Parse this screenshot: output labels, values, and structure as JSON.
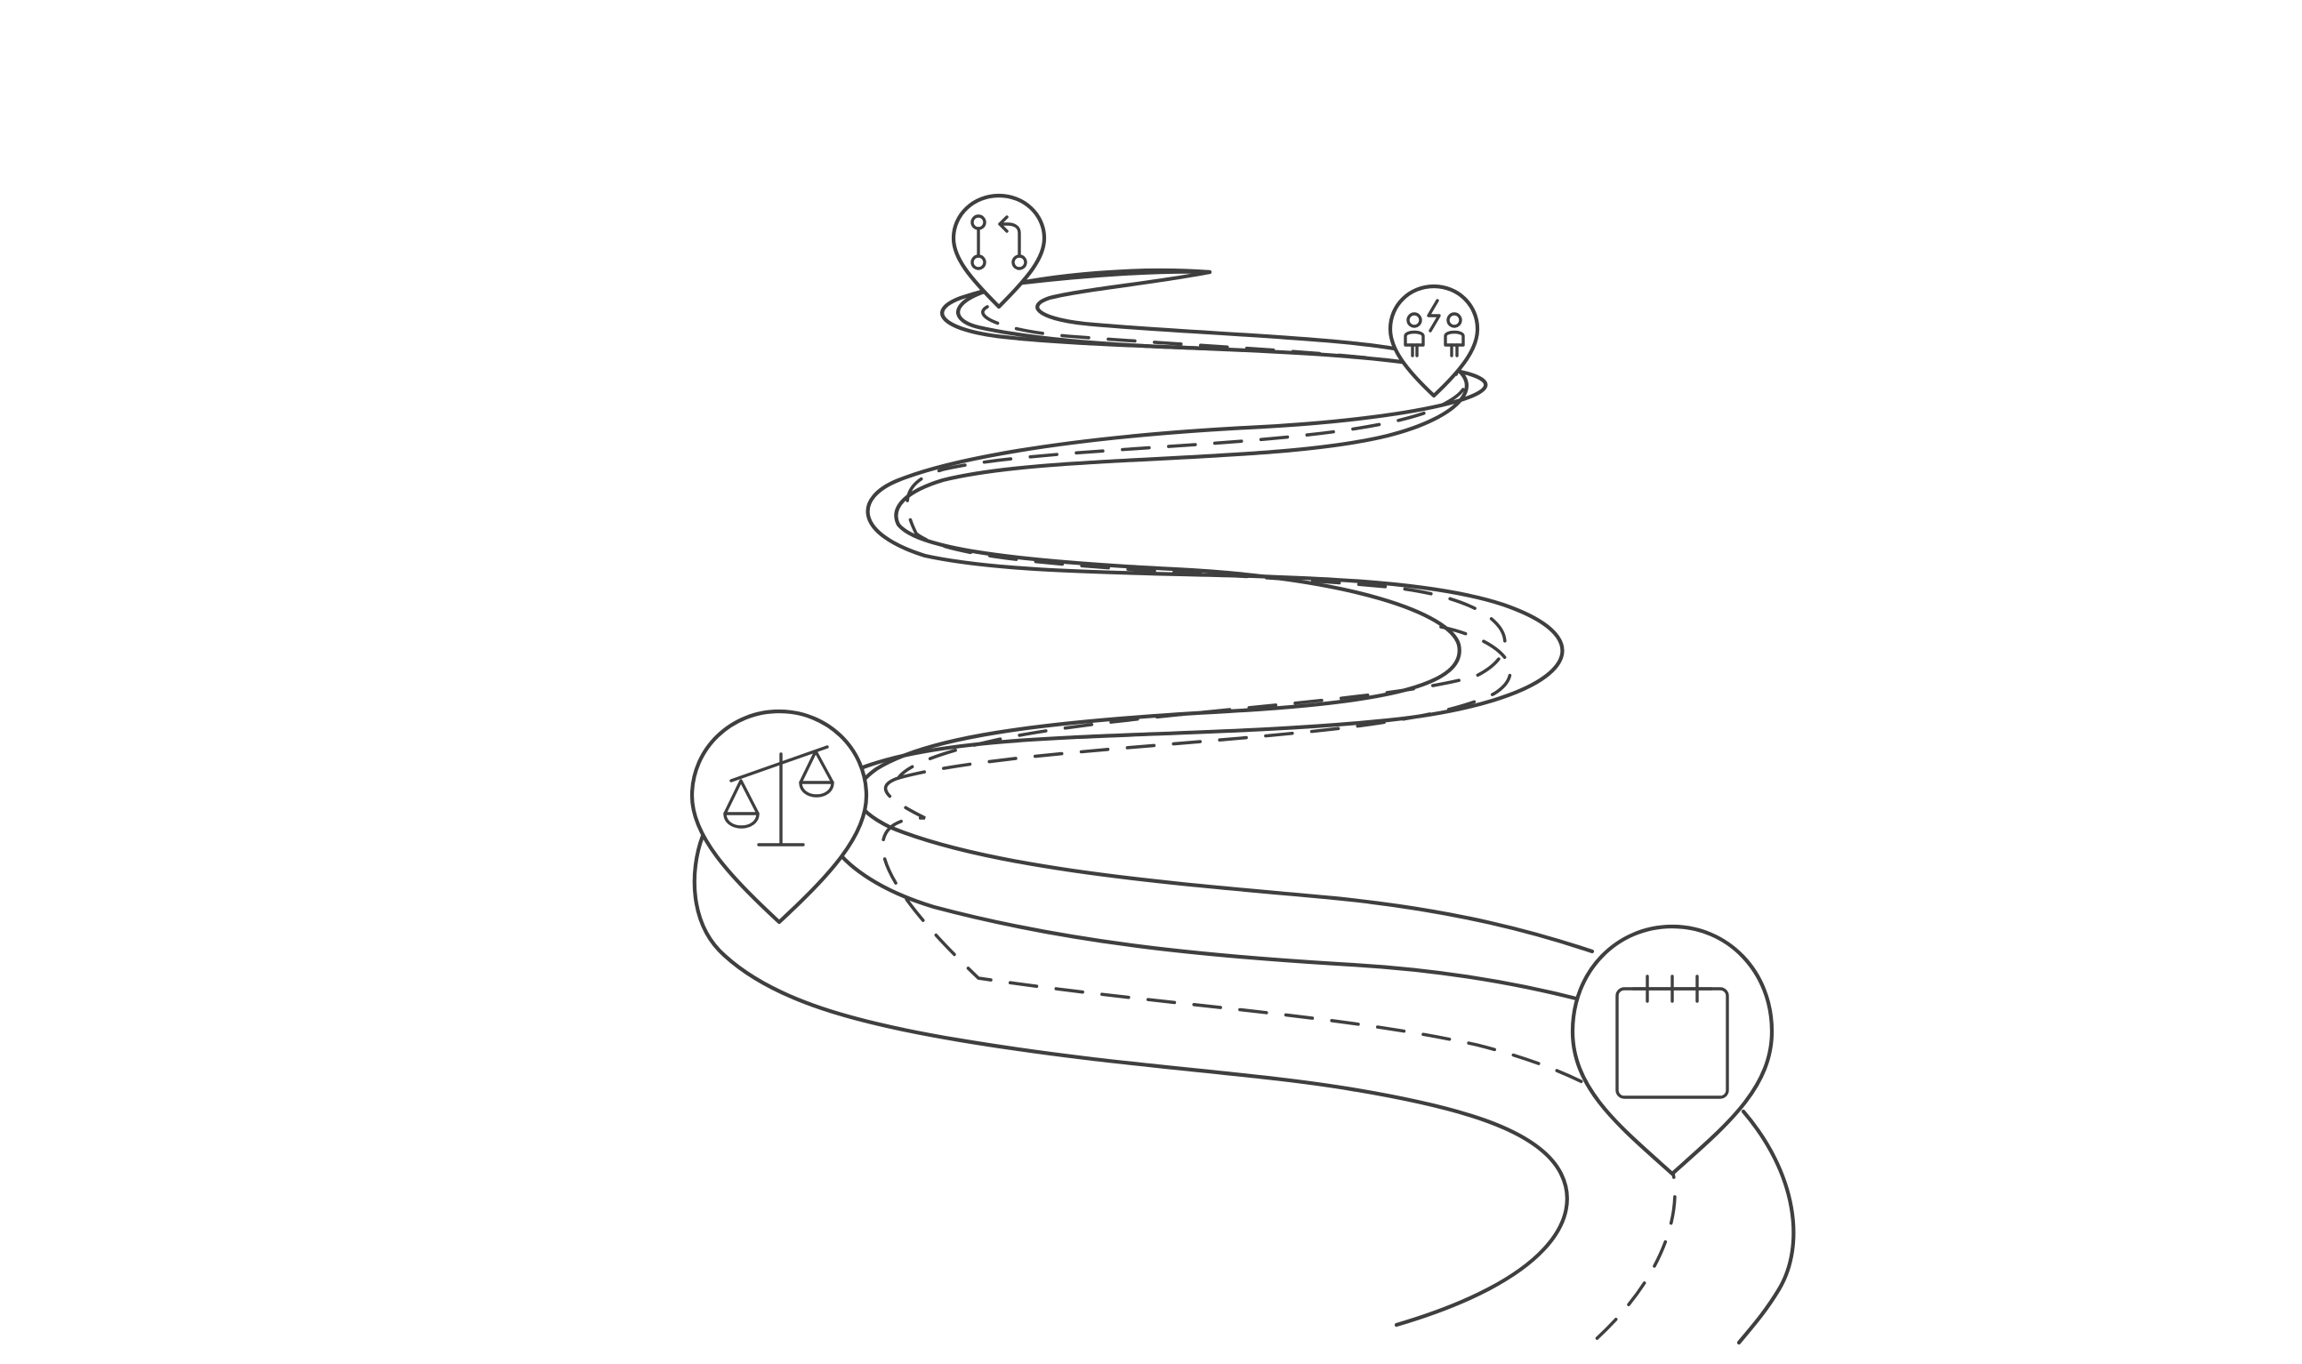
{
  "colors": {
    "background": "#ffffff",
    "line": "#3f3f3f"
  },
  "road": {
    "description_visible": false
  },
  "milestones": [
    {
      "id": "m1",
      "icon": "git-merge-icon"
    },
    {
      "id": "m2",
      "icon": "team-conflict-icon"
    },
    {
      "id": "m3",
      "icon": "balance-scale-icon"
    },
    {
      "id": "m4",
      "icon": "calendar-icon"
    }
  ]
}
